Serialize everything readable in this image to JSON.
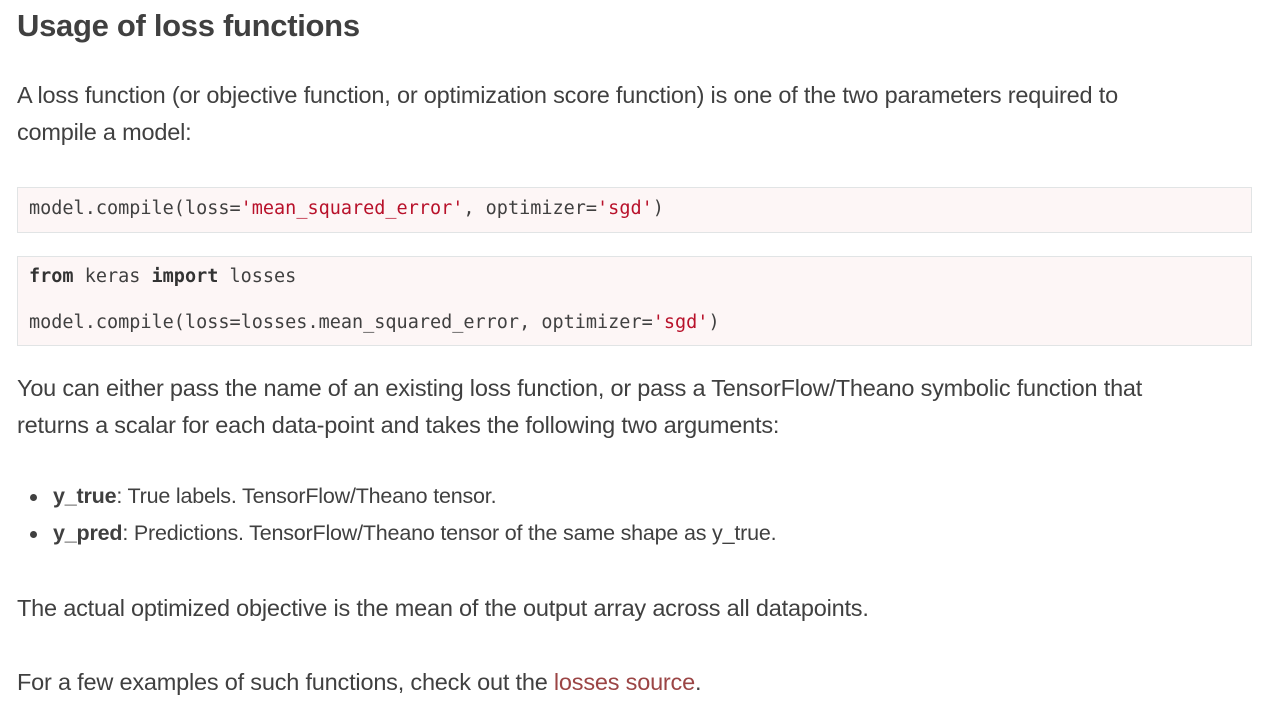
{
  "heading": "Usage of loss functions",
  "intro": {
    "line1": "A loss function (or objective function, or optimization score function) is one of the two parameters required to",
    "line2": "compile a model:"
  },
  "code1": {
    "prefix": "model.compile(loss=",
    "loss_str": "'mean_squared_error'",
    "middle": ", optimizer=",
    "opt_str": "'sgd'",
    "suffix": ")"
  },
  "code2": {
    "kw_from": "from",
    "module": " keras ",
    "kw_import": "import",
    "name": " losses",
    "line2_prefix": "model.compile(loss=losses.mean_squared_error, optimizer=",
    "line2_str": "'sgd'",
    "line2_suffix": ")"
  },
  "para2": {
    "line1": "You can either pass the name of an existing loss function, or pass a TensorFlow/Theano symbolic function that",
    "line2": "returns a scalar for each data-point and takes the following two arguments:"
  },
  "args": [
    {
      "term": "y_true",
      "desc": ": True labels. TensorFlow/Theano tensor."
    },
    {
      "term": "y_pred",
      "desc": ": Predictions. TensorFlow/Theano tensor of the same shape as y_true."
    }
  ],
  "para3": "The actual optimized objective is the mean of the output array across all datapoints.",
  "para4": {
    "text": "For a few examples of such functions, check out the ",
    "link": "losses source",
    "end": "."
  }
}
